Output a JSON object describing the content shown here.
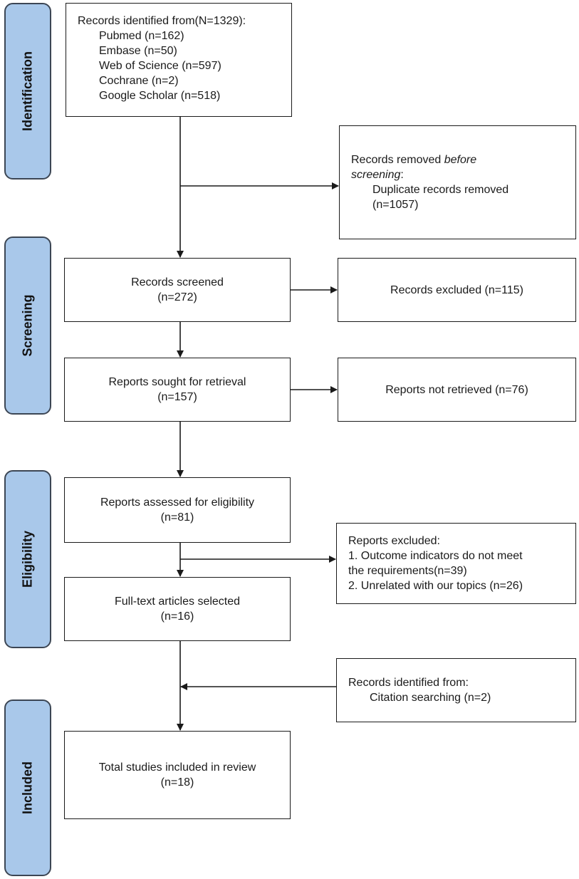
{
  "phases": [
    {
      "label": "Identification"
    },
    {
      "label": "Screening"
    },
    {
      "label": "Eligibility"
    },
    {
      "label": "Included"
    }
  ],
  "identified": {
    "heading": "Records identified from(N=1329):",
    "sources": [
      "Pubmed (n=162)",
      "Embase (n=50)",
      "Web of Science (n=597)",
      "Cochrane (n=2)",
      "Google Scholar (n=518)"
    ]
  },
  "removed": {
    "line1_prefix": "Records removed ",
    "line1_emphasis": "before",
    "line2_emphasis": "screening",
    "line2_suffix": ":",
    "item": "Duplicate records removed",
    "count": "(n=1057)"
  },
  "screened": {
    "label": "Records screened",
    "count": "(n=272)"
  },
  "excluded_records": {
    "label": "Records excluded (n=115)"
  },
  "sought": {
    "label": "Reports sought for retrieval",
    "count": "(n=157)"
  },
  "not_retrieved": {
    "label": "Reports not retrieved (n=76)"
  },
  "assessed": {
    "label": "Reports assessed for eligibility",
    "count": "(n=81)"
  },
  "reports_excluded": {
    "heading": "Reports excluded:",
    "reasons": [
      "1. Outcome indicators do not meet",
      "the requirements(n=39)",
      "2. Unrelated with our topics (n=26)"
    ]
  },
  "fulltext": {
    "label": "Full-text articles selected",
    "count": "(n=16)"
  },
  "citation": {
    "heading": "Records identified from:",
    "item": "Citation searching (n=2)"
  },
  "total": {
    "label": "Total studies included in review",
    "count": "(n=18)"
  }
}
